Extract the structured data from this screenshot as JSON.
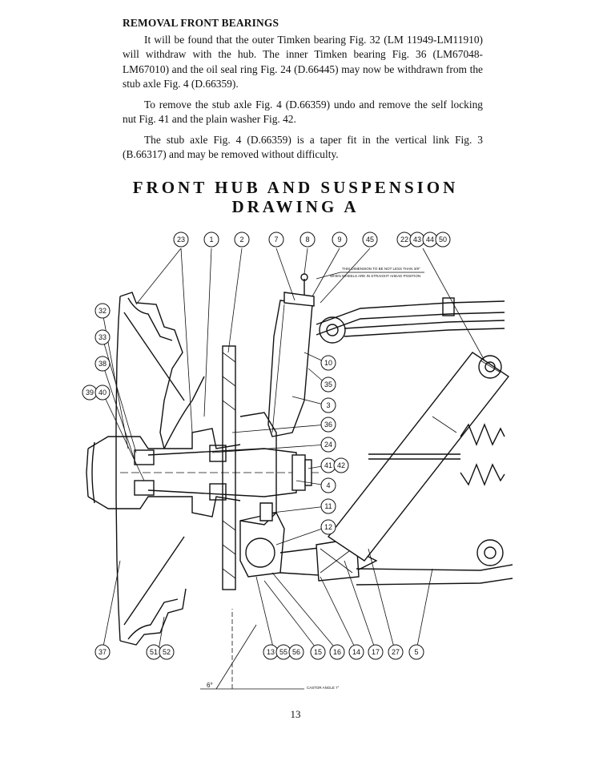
{
  "section": {
    "heading": "REMOVAL FRONT BEARINGS",
    "paragraphs": [
      "It will be found that the outer Timken bearing Fig. 32 (LM 11949-LM11910) will withdraw with the hub.  The inner Timken bearing Fig. 36 (LM67048-LM67010) and the oil seal ring Fig. 24 (D.66445) may now be withdrawn from the stub axle Fig. 4 (D.66359).",
      "To remove the stub axle Fig. 4 (D.66359) undo and remove the self locking nut Fig. 41 and the plain washer Fig. 42.",
      "The stub axle Fig. 4 (D.66359) is a taper fit in the vertical link Fig. 3 (B.66317) and may be removed without difficulty."
    ]
  },
  "drawing": {
    "title_line1": "FRONT HUB AND SUSPENSION",
    "title_line2": "DRAWING A",
    "note_line1": "THIS DIMENSION TO BE NOT LESS THAN 3/8\"",
    "note_line2": "WHEN WHEELS ARE IN STRAIGHT AHEAD POSITION",
    "castor_label": "CASTOR ANGLE 7°",
    "angle_label": "6°",
    "callouts_top": [
      "23",
      "1",
      "2",
      "7",
      "8",
      "9",
      "45",
      "22",
      "43",
      "44",
      "50"
    ],
    "callouts_left": [
      "32",
      "33",
      "38",
      "39",
      "40",
      "37"
    ],
    "callouts_right": [
      "10",
      "35",
      "3",
      "36",
      "24",
      "41",
      "42",
      "4",
      "11",
      "12"
    ],
    "callouts_bottom": [
      "51",
      "52",
      "13",
      "55",
      "56",
      "15",
      "16",
      "14",
      "17",
      "27",
      "5"
    ]
  },
  "page_number": "13"
}
